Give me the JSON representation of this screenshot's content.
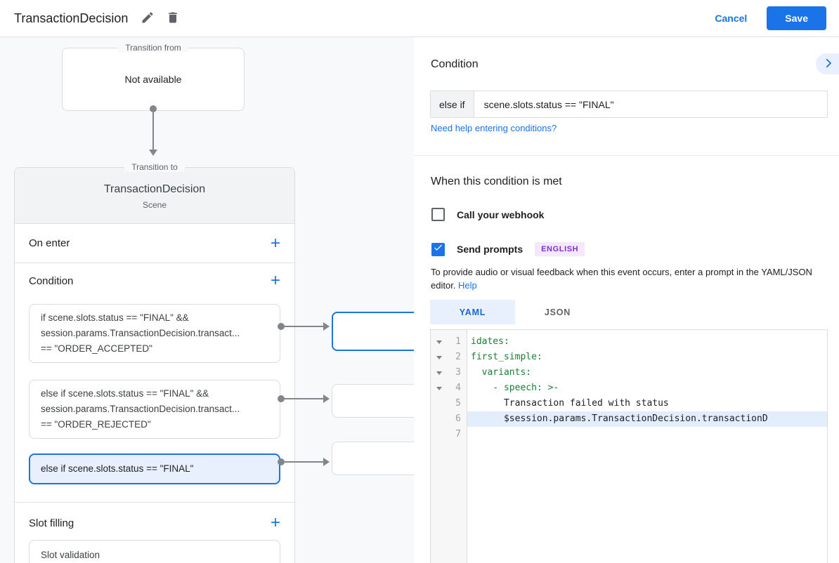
{
  "topbar": {
    "title": "TransactionDecision",
    "cancel_label": "Cancel",
    "save_label": "Save"
  },
  "icons": {
    "add": "+"
  },
  "diagram": {
    "transition_from": {
      "label": "Transition from",
      "content": "Not available"
    },
    "transition_to": {
      "label": "Transition to",
      "title": "TransactionDecision",
      "subtitle": "Scene",
      "on_enter_label": "On enter",
      "condition_label": "Condition",
      "condition_cards": [
        {
          "lines": [
            "if scene.slots.status == \"FINAL\" &&",
            "session.params.TransactionDecision.transact...",
            "== \"ORDER_ACCEPTED\""
          ]
        },
        {
          "lines": [
            "else if scene.slots.status == \"FINAL\" &&",
            "session.params.TransactionDecision.transact...",
            "== \"ORDER_REJECTED\""
          ]
        },
        {
          "lines": [
            "else if scene.slots.status == \"FINAL\""
          ]
        }
      ],
      "slot_filling_label": "Slot filling",
      "slot_card": "Slot validation"
    }
  },
  "panel": {
    "condition": {
      "heading": "Condition",
      "prefix": "else if",
      "expression": "scene.slots.status == \"FINAL\"",
      "help_link": "Need help entering conditions?"
    },
    "when_met": {
      "heading": "When this condition is met",
      "webhook_label": "Call your webhook",
      "send_prompts_label": "Send prompts",
      "language_badge": "ENGLISH",
      "description": "To provide audio or visual feedback when this event occurs, enter a prompt in the YAML/JSON editor.",
      "help_label": "Help"
    },
    "editor": {
      "tabs": [
        {
          "label": "YAML"
        },
        {
          "label": "JSON"
        }
      ],
      "lines": [
        {
          "num": "1",
          "text": "idates:"
        },
        {
          "num": "2",
          "text": "first_simple:"
        },
        {
          "num": "3",
          "text": "  variants:"
        },
        {
          "num": "4",
          "text": "    - speech: >-"
        },
        {
          "num": "5",
          "text": "      Transaction failed with status"
        },
        {
          "num": "6",
          "text": "      $session.params.TransactionDecision.transactionD"
        },
        {
          "num": "7",
          "text": ""
        }
      ]
    }
  },
  "colors": {
    "accent": "#1a73e8",
    "selected_bg": "#e8f0fe",
    "yaml_key": "#188038",
    "badge_bg": "#f3e8fd",
    "badge_text": "#8430ce"
  }
}
